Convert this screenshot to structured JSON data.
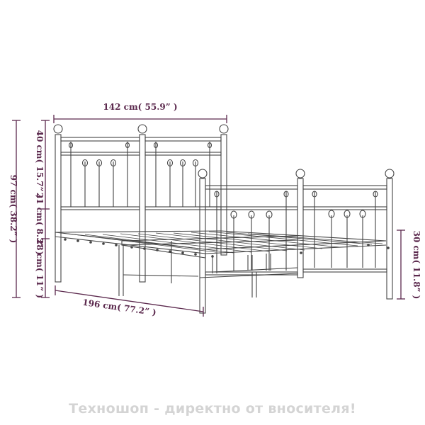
{
  "colors": {
    "dimension": "#5c2a4e",
    "frame": "#444444",
    "watermark": "#d4d4d4"
  },
  "dimensions": {
    "width": "142 cm( 55.9” )",
    "length": "196 cm( 77.2” )",
    "total_height": "97 cm( 38.2” )",
    "headboard_top": "40 cm( 15.7” )",
    "middle": "21 cm( 8.3” )",
    "under_bed": "28 cm( 11” )",
    "footboard": "30 cm( 11.8” )"
  },
  "watermark": "Техношоп - директно от вносителя!"
}
